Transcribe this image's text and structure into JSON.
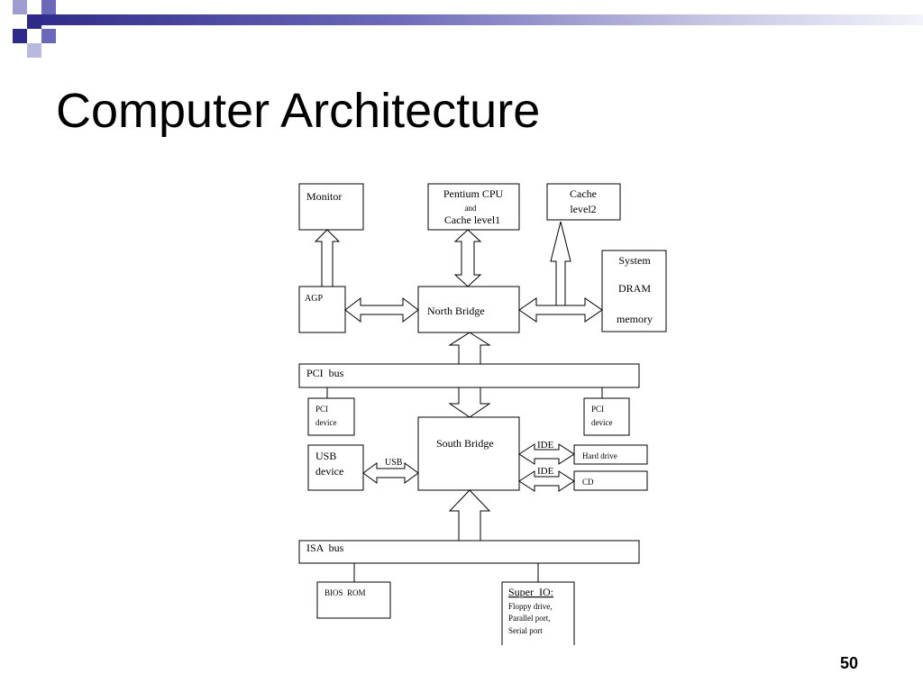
{
  "slide": {
    "title": "Computer Architecture",
    "page_number": "50"
  },
  "diagram": {
    "monitor": "Monitor",
    "cpu": {
      "line1": "Pentium CPU",
      "line2": "and",
      "line3": "Cache level1"
    },
    "cache2": {
      "line1": "Cache",
      "line2": "level2"
    },
    "dram": {
      "line1": "System",
      "line2": "DRAM",
      "line3": "memory"
    },
    "agp": "AGP",
    "north_bridge": "North Bridge",
    "pci_bus": "PCI  bus",
    "pci_device_left": {
      "line1": "PCI",
      "line2": "device"
    },
    "pci_device_right": {
      "line1": "PCI",
      "line2": "device"
    },
    "south_bridge": "South Bridge",
    "usb_device": {
      "line1": "USB",
      "line2": "device"
    },
    "usb_label": "USB",
    "ide_label_1": "IDE",
    "ide_label_2": "IDE",
    "hard_drive": "Hard drive",
    "cd": "CD",
    "isa_bus": "ISA  bus",
    "bios_rom": "BIOS  ROM",
    "super_io": {
      "line1": "Super  IO:",
      "line2": "Floppy drive,",
      "line3": "Parallel port,",
      "line4": "Serial port"
    }
  },
  "colors": {
    "deco_dark": "#2e2a8a",
    "deco_mid": "#6a68b8",
    "deco_light": "#b9b8de"
  }
}
